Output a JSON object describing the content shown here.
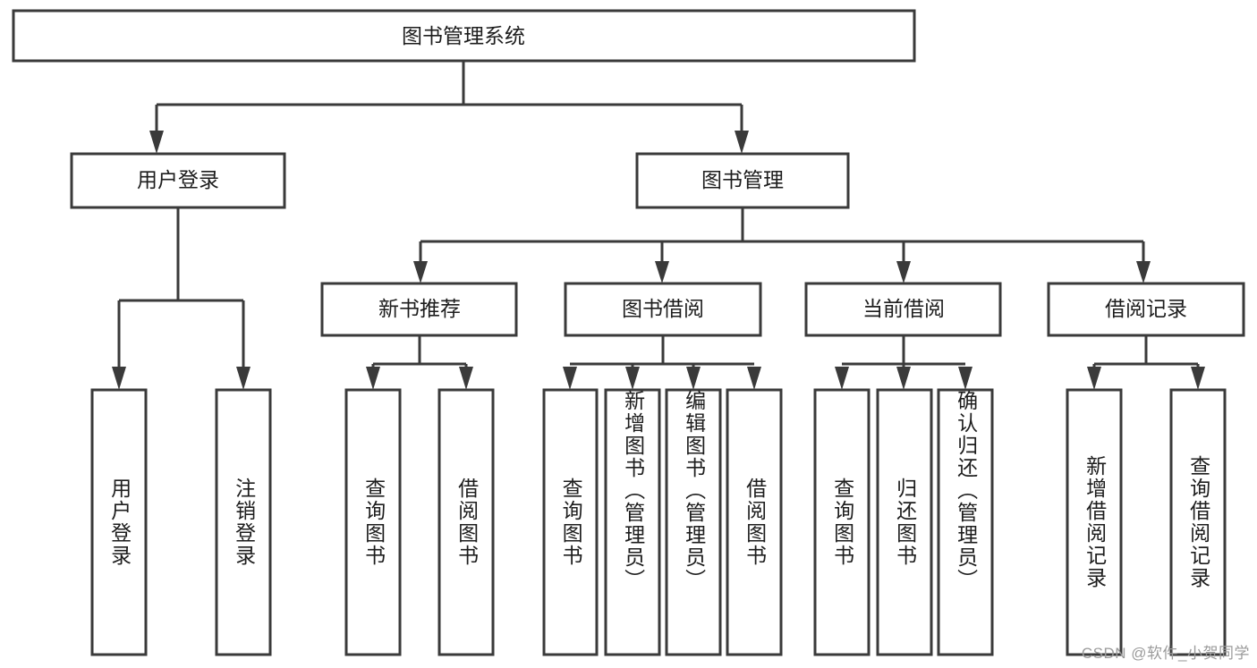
{
  "diagram": {
    "type": "tree-hierarchy-chart",
    "title": "图书管理系统",
    "stroke_color": "#3a3a3a",
    "fill_color": "#ffffff",
    "text_color": "#1d1d1d",
    "root": {
      "label": "图书管理系统",
      "orientation": "horizontal"
    },
    "level2": [
      {
        "label": "用户登录",
        "orientation": "horizontal"
      },
      {
        "label": "图书管理",
        "orientation": "horizontal"
      }
    ],
    "level3": [
      {
        "label": "新书推荐",
        "orientation": "horizontal"
      },
      {
        "label": "图书借阅",
        "orientation": "horizontal"
      },
      {
        "label": "当前借阅",
        "orientation": "horizontal"
      },
      {
        "label": "借阅记录",
        "orientation": "horizontal"
      }
    ],
    "leaves": {
      "user_login": [
        {
          "label": "用户登录",
          "orientation": "vertical"
        },
        {
          "label": "注销登录",
          "orientation": "vertical"
        }
      ],
      "new_book_recommend": [
        {
          "label": "查询图书",
          "orientation": "vertical"
        },
        {
          "label": "借阅图书",
          "orientation": "vertical"
        }
      ],
      "book_borrow": [
        {
          "label": "查询图书",
          "orientation": "vertical"
        },
        {
          "label": "新增图书（管理员）",
          "orientation": "vertical"
        },
        {
          "label": "编辑图书（管理员）",
          "orientation": "vertical"
        },
        {
          "label": "借阅图书",
          "orientation": "vertical"
        }
      ],
      "current_borrow": [
        {
          "label": "查询图书",
          "orientation": "vertical"
        },
        {
          "label": "归还图书",
          "orientation": "vertical"
        },
        {
          "label": "确认归还（管理员）",
          "orientation": "vertical"
        }
      ],
      "borrow_record": [
        {
          "label": "新增借阅记录",
          "orientation": "vertical"
        },
        {
          "label": "查询借阅记录",
          "orientation": "vertical"
        }
      ]
    }
  },
  "watermark": {
    "text": "CSDN @软件_小贺同学"
  }
}
